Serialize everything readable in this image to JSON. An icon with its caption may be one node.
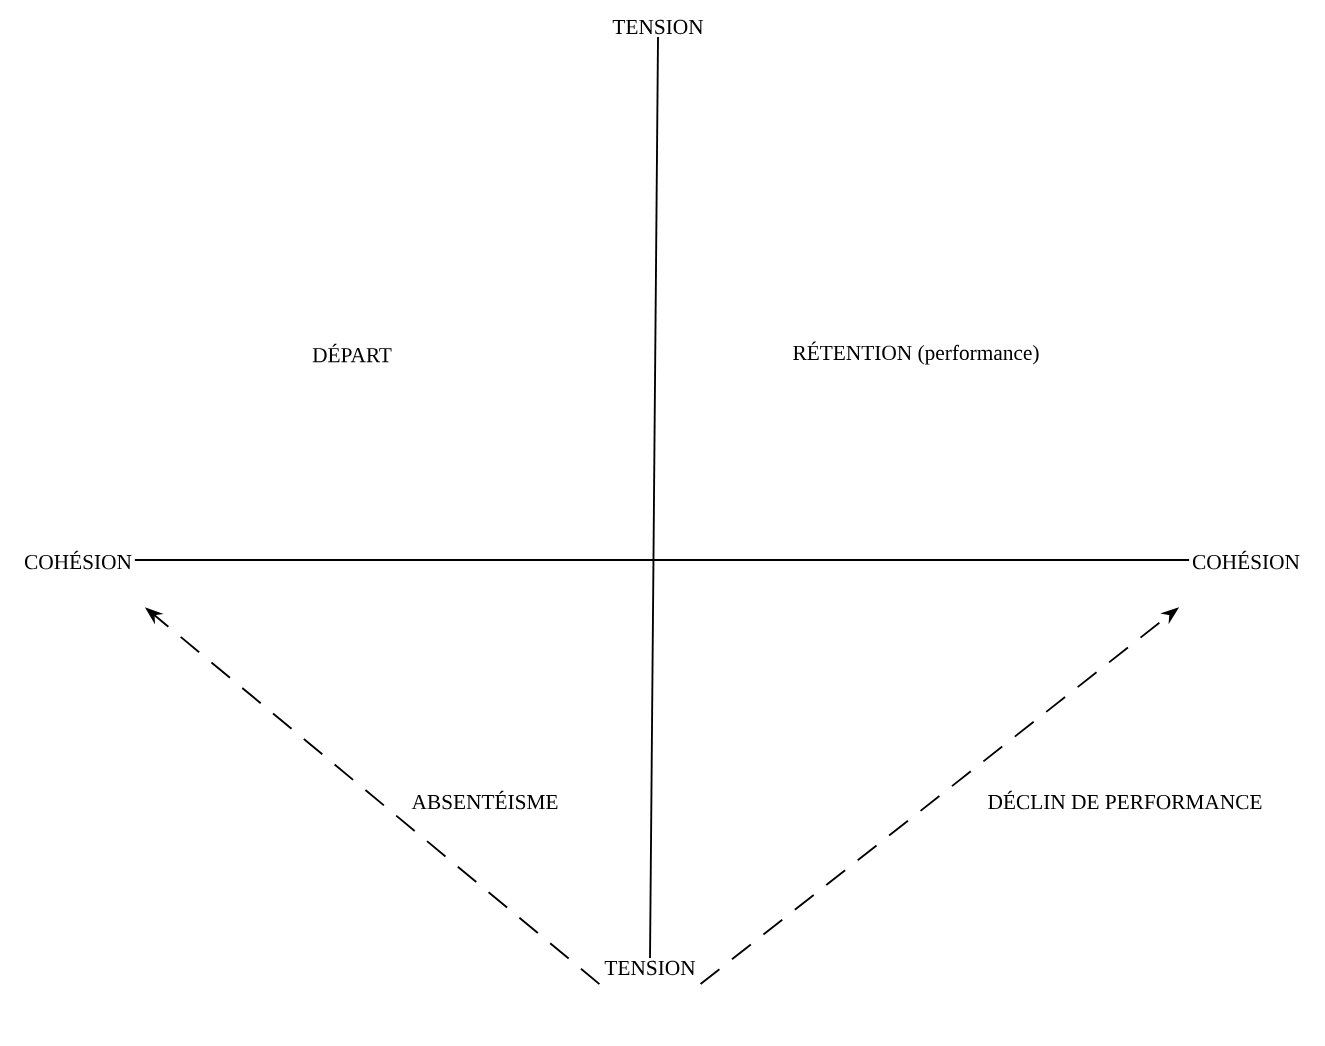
{
  "diagram": {
    "nodes": [
      {
        "text": [
          "TENSION"
        ]
      },
      {
        "text": [
          "COHÉSION"
        ]
      },
      {
        "text": [
          "COHÉSION"
        ]
      },
      {
        "text": [
          "TENSION"
        ]
      }
    ],
    "edges": [
      {
        "from": 0,
        "to": 3,
        "arrow": "none"
      },
      {
        "from": 1,
        "to": 2,
        "arrow": "none"
      },
      {
        "from": 3,
        "to": 1,
        "arrow": "to",
        "style": "dashed"
      },
      {
        "from": 3,
        "to": 2,
        "arrow": "to",
        "style": "dashed"
      }
    ],
    "labels": [
      "DÉPART",
      "RÉTENTION (performance)",
      "ABSENTÉISME",
      "DÉCLIN DE PERFORMANCE"
    ]
  }
}
